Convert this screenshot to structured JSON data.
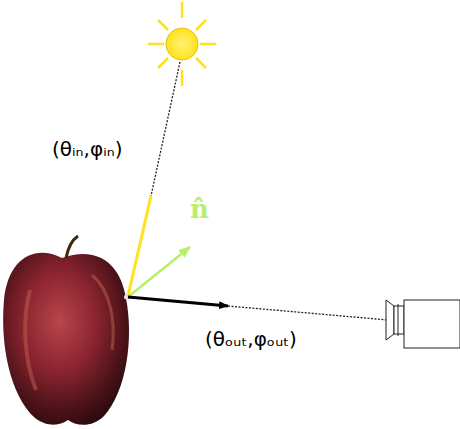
{
  "diagram": {
    "labels": [
      "(θᵢₙ,φᵢₙ)",
      "n̂",
      "(θₒᵤₜ,φₒᵤₜ)"
    ]
  }
}
